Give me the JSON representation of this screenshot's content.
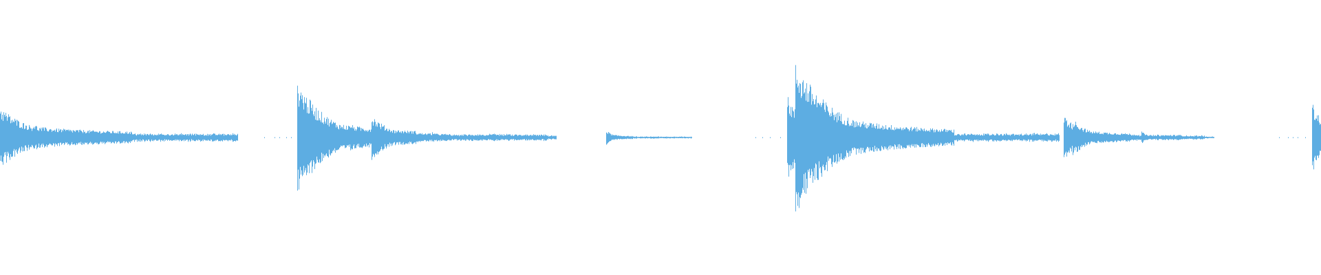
{
  "waveform": {
    "color": "#5DADE2",
    "background": "#ffffff",
    "events": [
      {
        "start": 0.0,
        "peak": 0.4,
        "decay": 0.1,
        "level": 0.06,
        "tail": 0.08
      },
      {
        "start": 0.025,
        "peak": 0.2,
        "decay": 0.04,
        "level": 0.03,
        "tail": 0.03
      },
      {
        "start": 0.225,
        "peak": 0.75,
        "decay": 0.09,
        "level": 0.05,
        "tail": 0.1
      },
      {
        "start": 0.265,
        "peak": 0.2,
        "decay": 0.03,
        "level": 0.02,
        "tail": 0.02
      },
      {
        "start": 0.281,
        "peak": 0.3,
        "decay": 0.06,
        "level": 0.03,
        "tail": 0.08
      },
      {
        "start": 0.327,
        "peak": 0.08,
        "decay": 0.02,
        "level": 0.01,
        "tail": 0.035
      },
      {
        "start": 0.459,
        "peak": 0.1,
        "decay": 0.02,
        "level": 0.015,
        "tail": 0.045
      },
      {
        "start": 0.596,
        "peak": 0.55,
        "decay": 0.06,
        "level": 0.03,
        "tail": 0.02
      },
      {
        "start": 0.602,
        "peak": 1.0,
        "decay": 0.12,
        "level": 0.06,
        "tail": 0.08
      },
      {
        "start": 0.805,
        "peak": 0.3,
        "decay": 0.05,
        "level": 0.04,
        "tail": 0.04
      },
      {
        "start": 0.812,
        "peak": 0.25,
        "decay": 0.05,
        "level": 0.03,
        "tail": 0.05
      },
      {
        "start": 0.864,
        "peak": 0.08,
        "decay": 0.02,
        "level": 0.015,
        "tail": 0.035
      },
      {
        "start": 0.993,
        "peak": 0.45,
        "decay": 0.05,
        "level": 0.05,
        "tail": 0.007
      }
    ],
    "dots": [
      [
        0.2,
        0.225
      ],
      [
        0.572,
        0.595
      ],
      [
        0.515,
        0.53
      ],
      [
        0.968,
        0.993
      ]
    ]
  }
}
